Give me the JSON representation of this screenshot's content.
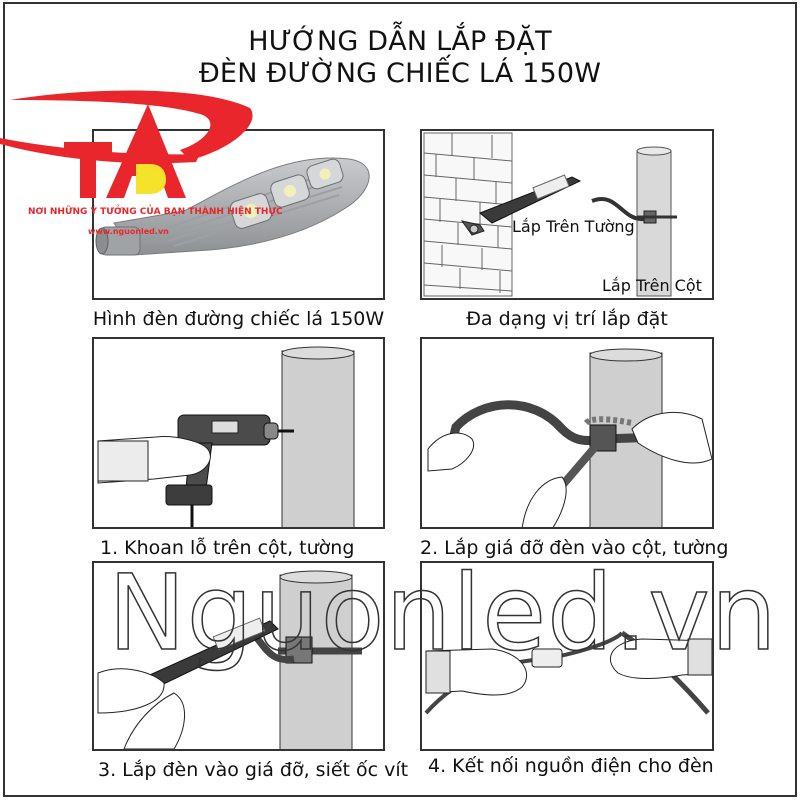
{
  "header": {
    "title_line1": "HƯỚNG DẪN LẮP ĐẶT",
    "title_line2": "ĐÈN ĐƯỜNG CHIẾC LÁ 150W"
  },
  "logo": {
    "icon": "ta-logo-icon",
    "slogan": "NƠI NHỮNG Ý TƯỞNG CỦA BẠN THÀNH HIỆN THỰC",
    "url": "www.nguonled.vn",
    "colors": {
      "red": "#e8262b",
      "yellow": "#f5e22a"
    }
  },
  "panels": [
    {
      "id": "product",
      "caption": "Hình đèn đường chiếc lá 150W",
      "illustration": "leaf-street-light-icon"
    },
    {
      "id": "positions",
      "caption": "Đa dạng vị trí lắp đặt",
      "labels": {
        "wall": "Lắp Trên Tường",
        "pole": "Lắp Trên Cột"
      },
      "illustration": "mounting-positions-icon"
    },
    {
      "id": "step1",
      "caption": "1. Khoan lỗ trên cột, tường",
      "illustration": "drill-icon"
    },
    {
      "id": "step2",
      "caption": "2. Lắp giá đỡ đèn vào cột, tường",
      "illustration": "bracket-wrench-icon"
    },
    {
      "id": "step3",
      "caption": "3. Lắp đèn vào giá đỡ, siết ốc vít",
      "illustration": "mount-lamp-icon"
    },
    {
      "id": "step4",
      "caption": "4. Kết nối nguồn điện cho đèn",
      "illustration": "cable-connect-icon"
    }
  ],
  "watermark": {
    "text": "Nguonled.vn"
  }
}
